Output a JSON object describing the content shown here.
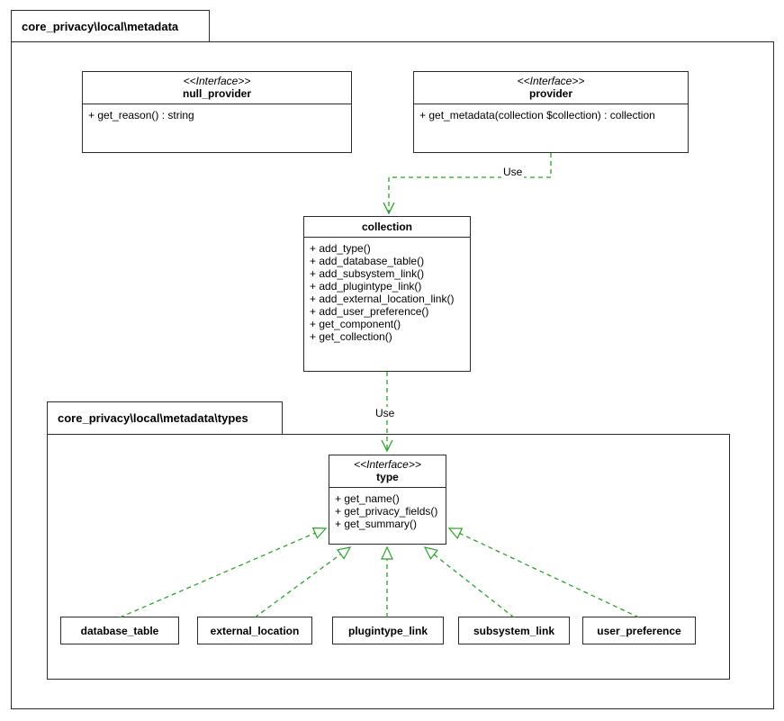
{
  "diagram": {
    "outer_package": {
      "label": "core_privacy\\local\\metadata"
    },
    "inner_package": {
      "label": "core_privacy\\local\\metadata\\types"
    },
    "classes": {
      "null_provider": {
        "stereotype": "<<Interface>>",
        "name": "null_provider",
        "members": [
          "+ get_reason() : string"
        ]
      },
      "provider": {
        "stereotype": "<<Interface>>",
        "name": "provider",
        "members": [
          "+ get_metadata(collection $collection) : collection"
        ]
      },
      "collection": {
        "name": "collection",
        "members": [
          "+ add_type()",
          "+ add_database_table()",
          "+ add_subsystem_link()",
          "+ add_plugintype_link()",
          "+ add_external_location_link()",
          "+ add_user_preference()",
          "+ get_component()",
          "+ get_collection()"
        ]
      },
      "type": {
        "stereotype": "<<Interface>>",
        "name": "type",
        "members": [
          "+ get_name()",
          "+ get_privacy_fields()",
          "+ get_summary()"
        ]
      },
      "database_table": {
        "name": "database_table"
      },
      "external_location": {
        "name": "external_location"
      },
      "plugintype_link": {
        "name": "plugintype_link"
      },
      "subsystem_link": {
        "name": "subsystem_link"
      },
      "user_preference": {
        "name": "user_preference"
      }
    },
    "edges": {
      "provider_to_collection_label": "Use",
      "collection_to_type_label": "Use"
    },
    "colors": {
      "edge_green": "#28a228",
      "box_border": "#2b2b2b",
      "background": "#ffffff"
    }
  }
}
